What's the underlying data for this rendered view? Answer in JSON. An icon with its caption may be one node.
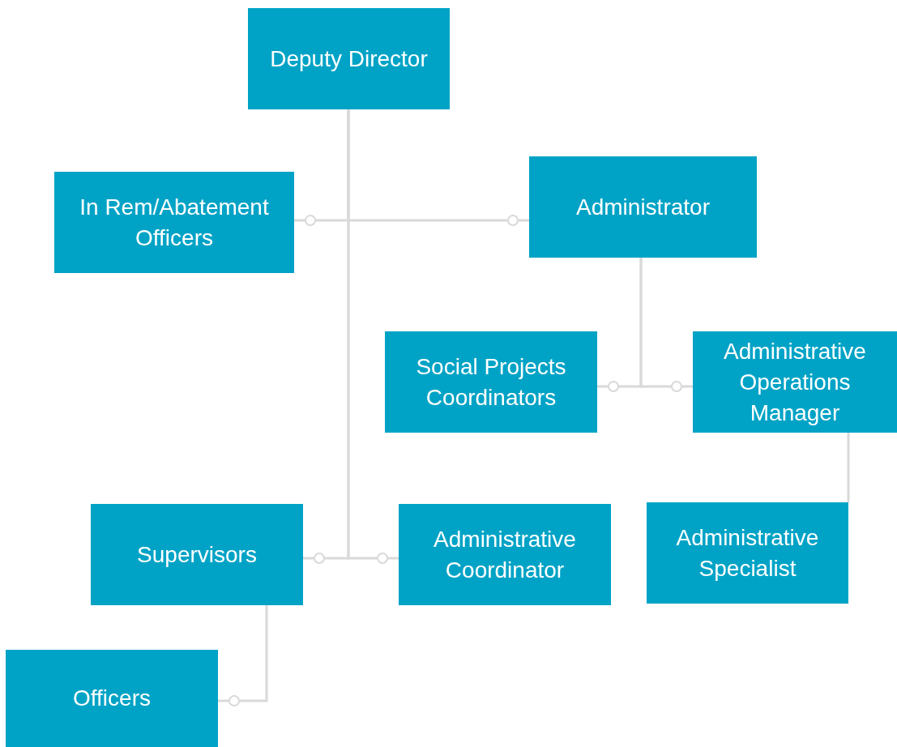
{
  "diagram": {
    "nodes": [
      {
        "text": [
          "Deputy Director"
        ]
      },
      {
        "text": [
          "In Rem/Abatement Officers"
        ]
      },
      {
        "text": [
          "Administrator"
        ]
      },
      {
        "text": [
          "Social Projects Coordinators"
        ]
      },
      {
        "text": [
          "Administrative Operations Manager"
        ]
      },
      {
        "text": [
          "Supervisors"
        ]
      },
      {
        "text": [
          "Administrative Coordinator"
        ]
      },
      {
        "text": [
          "Administrative Specialist"
        ]
      },
      {
        "text": [
          "Officers"
        ]
      }
    ],
    "edges": [
      {
        "from": 0,
        "to": 1,
        "arrow": "other"
      },
      {
        "from": 0,
        "to": 2,
        "arrow": "other"
      },
      {
        "from": 0,
        "to": 5,
        "arrow": "other"
      },
      {
        "from": 0,
        "to": 6,
        "arrow": "other"
      },
      {
        "from": 2,
        "to": 3,
        "arrow": "other"
      },
      {
        "from": 2,
        "to": 4,
        "arrow": "other"
      },
      {
        "from": 4,
        "to": 7,
        "arrow": "none"
      },
      {
        "from": 5,
        "to": 8,
        "arrow": "other"
      }
    ]
  }
}
